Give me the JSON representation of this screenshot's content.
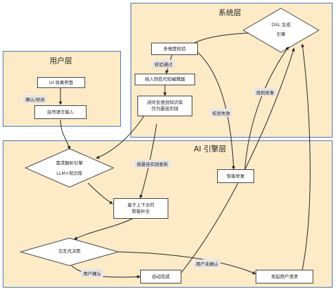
{
  "layers": {
    "system": {
      "title": "系统层"
    },
    "user": {
      "title": "用户层"
    },
    "engine": {
      "title": "AI 引擎层"
    }
  },
  "nodes": {
    "dsl_engine": {
      "line1": "DSL 生成",
      "line2": "引擎"
    },
    "multi_check": {
      "label": "多维度校验"
    },
    "insert_editor": {
      "label": "插入到低代码编辑器"
    },
    "closed_loop": {
      "line1": "闭环反馈到知识库",
      "line2": "作为最佳实践"
    },
    "ui_effect": {
      "label": "UI 效果界面"
    },
    "nl_input": {
      "label": "自然语言输入"
    },
    "req_parse": {
      "line1": "需求解析引擎",
      "line2": "LLM+知识库"
    },
    "smart_fix": {
      "label": "智能修复"
    },
    "context_complete": {
      "line1": "基于上下文的",
      "line2": "智能补全"
    },
    "interactive": {
      "label": "交互式决策"
    },
    "auto_complete": {
      "label": "自动完成"
    },
    "clarify": {
      "label": "发起用户澄清"
    }
  },
  "edge_labels": {
    "check_pass": "校验通过",
    "rule_fix": "规则修复",
    "check_fail": "校验失败",
    "confirm_modify": "确认/修改",
    "best_practice_update": "按最佳实践更新",
    "user_confirm": "用户确认",
    "user_unconfirmed": "用户未确认"
  }
}
